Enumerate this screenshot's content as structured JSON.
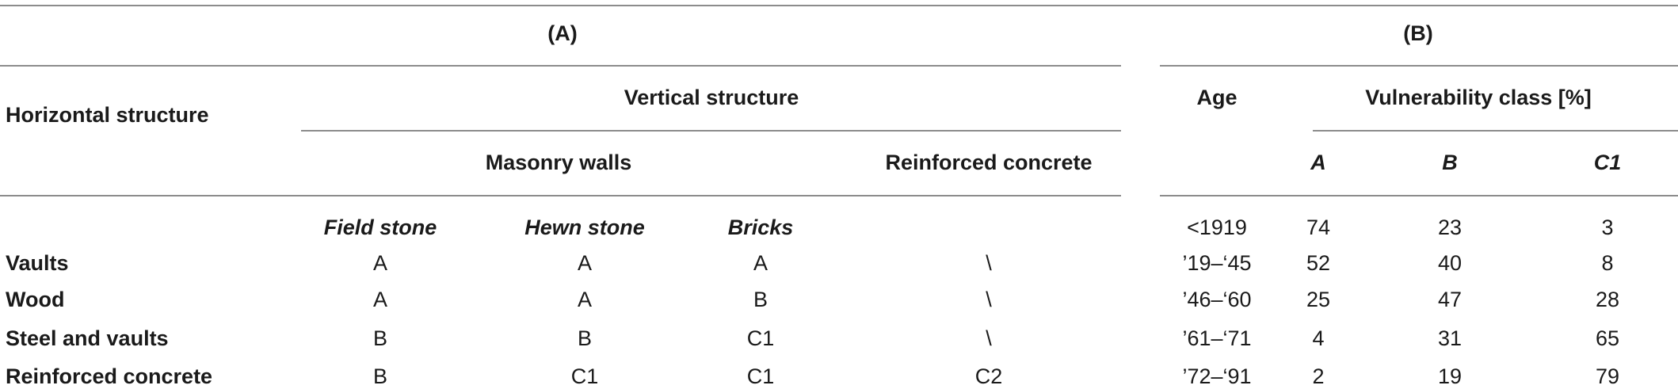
{
  "panel_a": {
    "label": "(A)",
    "horizontal_header": "Horizontal structure",
    "vertical_header": "Vertical structure",
    "masonry_header": "Masonry walls",
    "rc_header": "Reinforced concrete",
    "subheaders": [
      "Field stone",
      "Hewn stone",
      "Bricks"
    ],
    "rows": [
      {
        "name": "Vaults",
        "cells": [
          "A",
          "A",
          "A",
          "\\"
        ]
      },
      {
        "name": "Wood",
        "cells": [
          "A",
          "A",
          "B",
          "\\"
        ]
      },
      {
        "name": "Steel and vaults",
        "cells": [
          "B",
          "B",
          "C1",
          "\\"
        ]
      },
      {
        "name": "Reinforced concrete",
        "cells": [
          "B",
          "C1",
          "C1",
          "C2"
        ]
      }
    ]
  },
  "panel_b": {
    "label": "(B)",
    "age_header": "Age",
    "vuln_header": "Vulnerability class [%]",
    "class_headers": [
      "A",
      "B",
      "C1"
    ],
    "rows": [
      {
        "age": "<1919",
        "values": [
          "74",
          "23",
          "3"
        ]
      },
      {
        "age": "’19–‘45",
        "values": [
          "52",
          "40",
          "8"
        ]
      },
      {
        "age": "’46–‘60",
        "values": [
          "25",
          "47",
          "28"
        ]
      },
      {
        "age": "’61–‘71",
        "values": [
          "4",
          "31",
          "65"
        ]
      },
      {
        "age": "’72–‘91",
        "values": [
          "2",
          "19",
          "79"
        ]
      }
    ]
  }
}
